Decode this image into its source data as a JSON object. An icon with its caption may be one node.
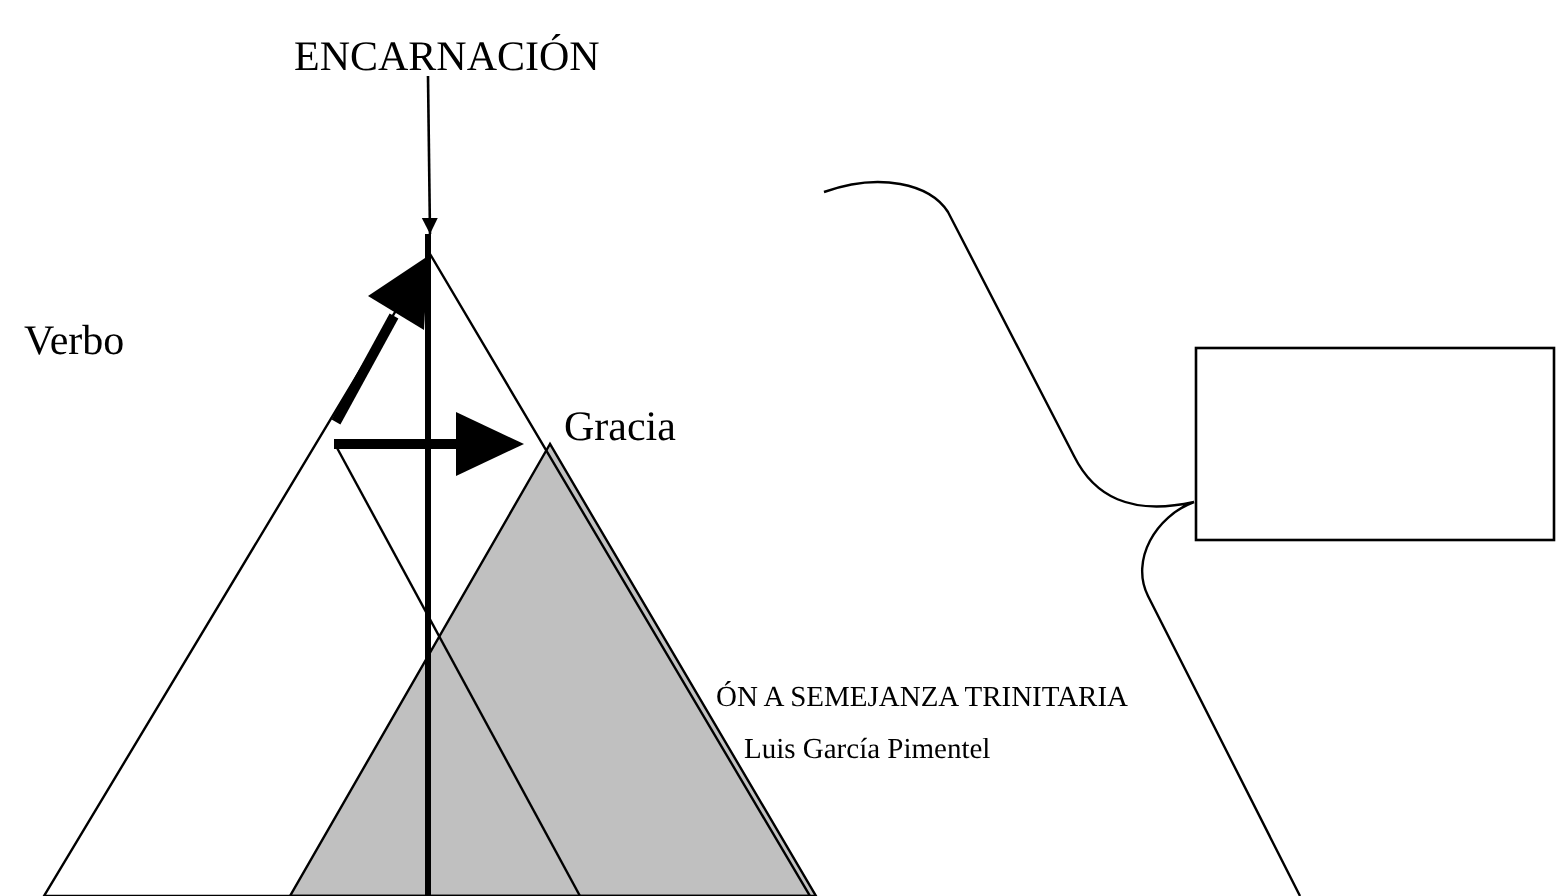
{
  "diagram": {
    "nodes": [
      {
        "text": [
          "ENCARNACIÓN"
        ]
      },
      {
        "text": [],
        "shape": "triangle"
      },
      {
        "text": [],
        "shape": "box"
      }
    ],
    "edges": [
      {
        "from": 0,
        "to": 1,
        "arrow": "to"
      }
    ],
    "labels": [
      "Verbo",
      "Gracia",
      "ÓN A SEMEJANZA TRINITARIA",
      "Luis García Pimentel"
    ]
  }
}
